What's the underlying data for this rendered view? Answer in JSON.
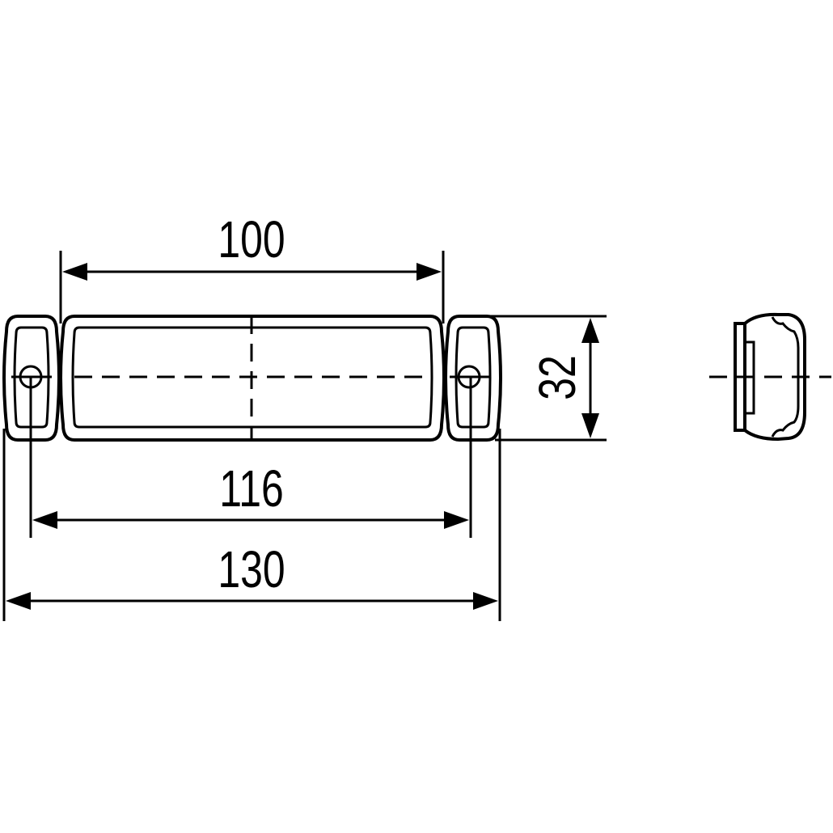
{
  "drawing": {
    "colors": {
      "line": "#000000",
      "background": "#ffffff"
    },
    "dimensions": {
      "length_inner": "100",
      "hole_spacing": "116",
      "overall_length": "130",
      "height": "32"
    }
  }
}
